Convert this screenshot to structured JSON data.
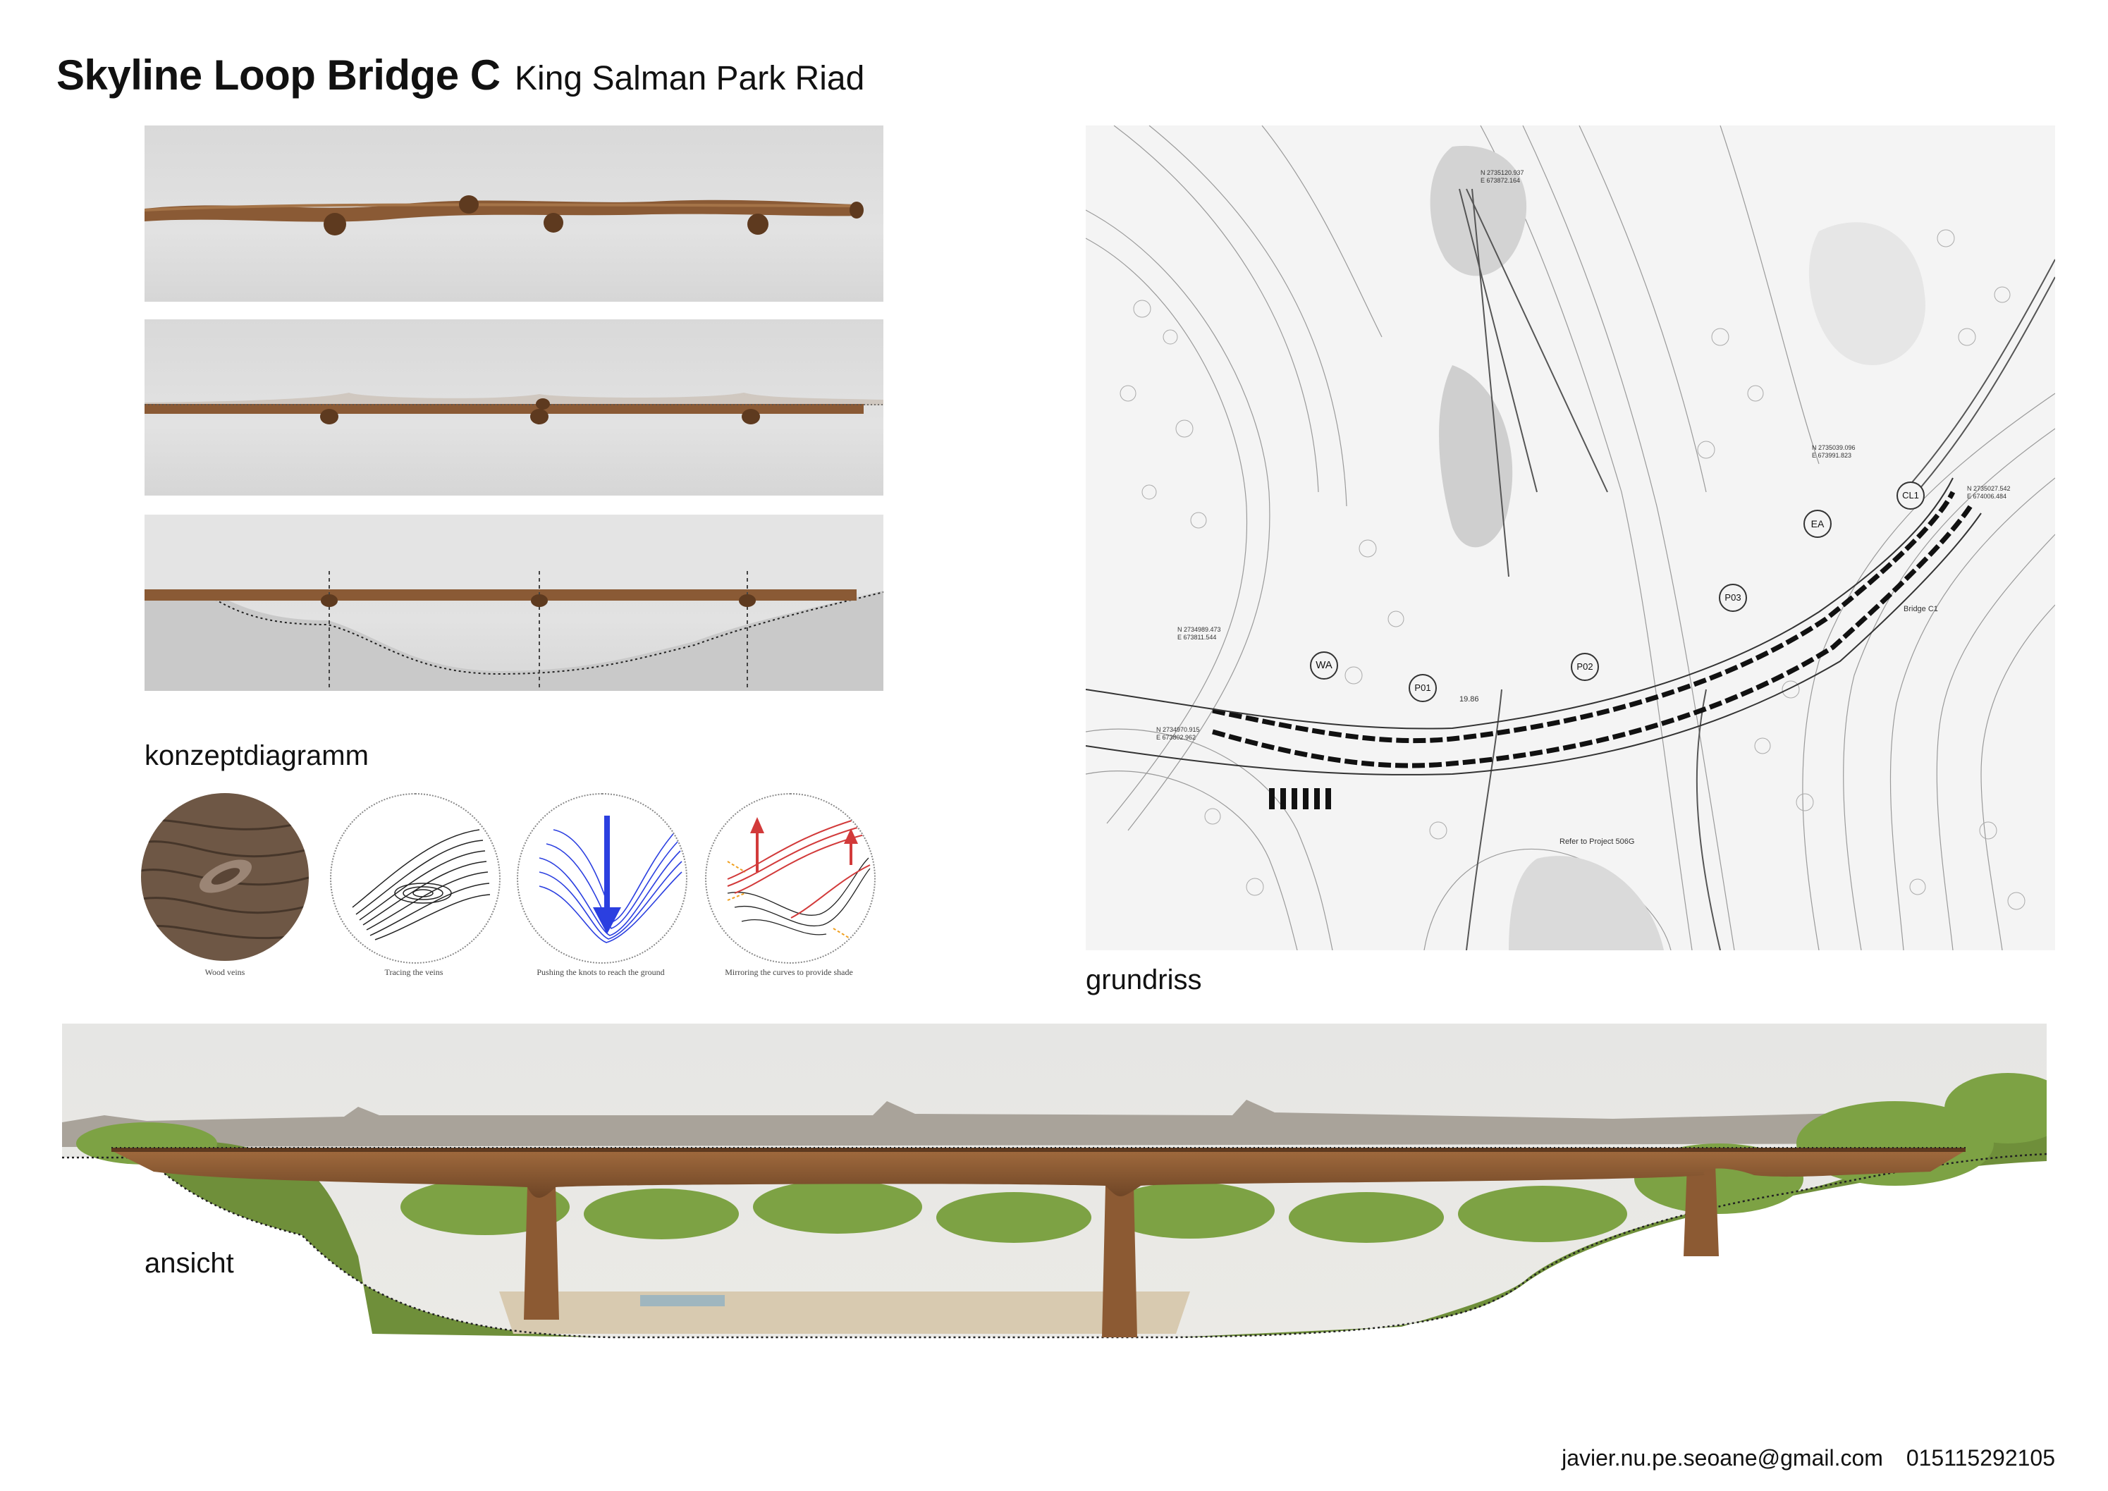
{
  "header": {
    "title": "Skyline Loop Bridge C",
    "subtitle": "King Salman Park Riad"
  },
  "concept": {
    "label": "konzeptdiagramm",
    "steps": [
      {
        "caption": "Wood veins",
        "icon": "wood-texture-icon"
      },
      {
        "caption": "Tracing the veins",
        "icon": "contour-lines-icon"
      },
      {
        "caption": "Pushing the knots to reach the ground",
        "icon": "blue-contours-arrow-icon"
      },
      {
        "caption": "Mirroring the curves to provide shade",
        "icon": "red-contours-arrows-icon"
      }
    ]
  },
  "plan": {
    "label": "grundriss",
    "markers": [
      "WA",
      "P01",
      "P02",
      "P03",
      "EA",
      "CL1"
    ],
    "annotations": {
      "bridge": "Bridge C1",
      "refer": "Refer to Project 506G",
      "coord_top": "N 2735120.937 E 673872.164",
      "coord_right_upper": "N 2735039.096 E 673991.823",
      "coord_right": "N 2735027.542 E 674006.484",
      "coord_left_upper": "N 2734989.473 E 673811.544",
      "coord_left_lower": "N 2734970.915 E 673802.962",
      "level": "19.86"
    }
  },
  "elevation": {
    "label": "ansicht"
  },
  "contact": {
    "email": "javier.nu.pe.seoane@gmail.com",
    "phone": "015115292105"
  },
  "colors": {
    "wood": "#8a5a35",
    "wood_dark": "#5e3a1f",
    "panel_bg": "#dedede",
    "tree_green": "#6f8f3a",
    "blue_lines": "#2b3fe0",
    "red_lines": "#d23a3a"
  }
}
